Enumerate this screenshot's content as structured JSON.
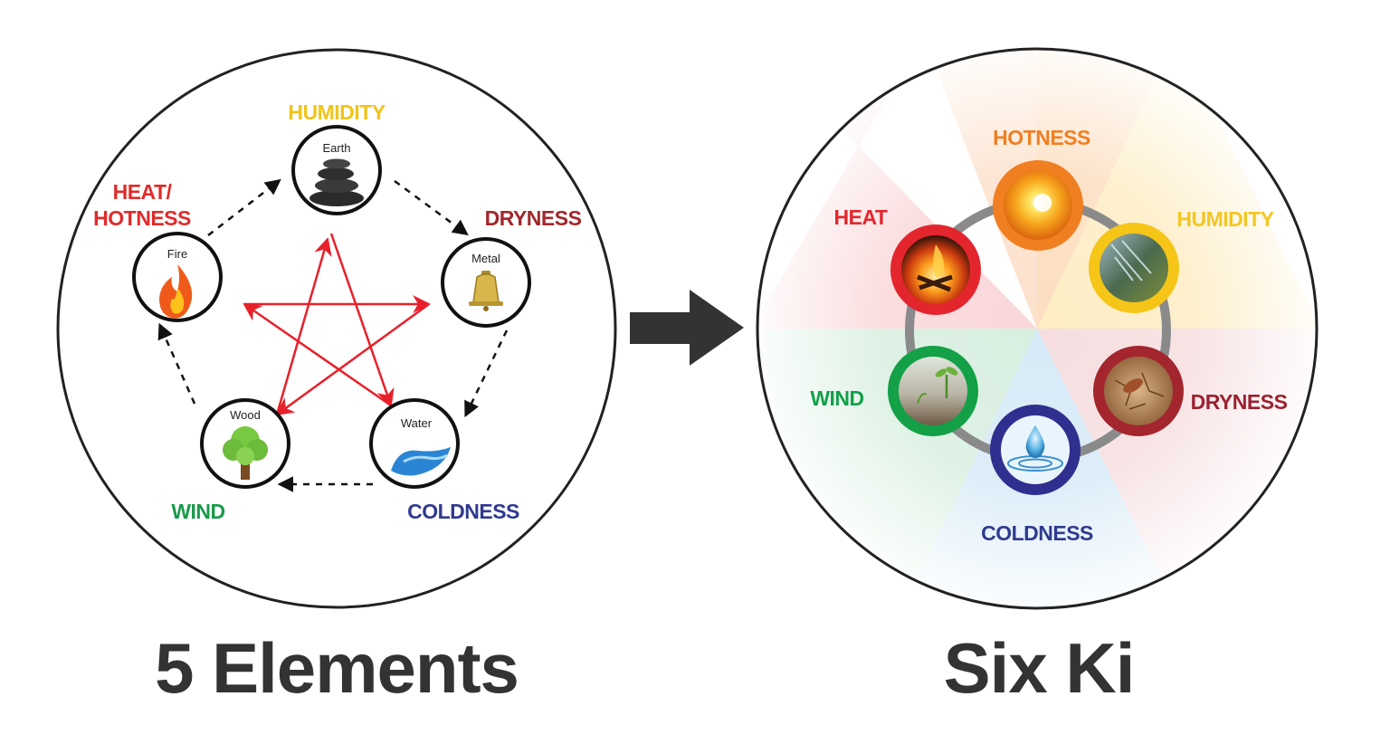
{
  "five_elements": {
    "title": "5 Elements",
    "nodes": {
      "earth": {
        "name": "Earth",
        "icon": "stacked-stones-icon"
      },
      "metal": {
        "name": "Metal",
        "icon": "bell-icon"
      },
      "water": {
        "name": "Water",
        "icon": "water-wave-icon"
      },
      "wood": {
        "name": "Wood",
        "icon": "tree-icon"
      },
      "fire": {
        "name": "Fire",
        "icon": "flame-icon"
      }
    },
    "labels": {
      "humidity": {
        "text": "HUMIDITY",
        "color": "#f0c419"
      },
      "dryness": {
        "text": "DRYNESS",
        "color": "#a0282c"
      },
      "coldness": {
        "text": "COLDNESS",
        "color": "#2f3a8f"
      },
      "wind": {
        "text": "WIND",
        "color": "#1a9a4a"
      },
      "heat_line1": {
        "text": "HEAT/",
        "color": "#e02b2b"
      },
      "heat_line2": {
        "text": "HOTNESS",
        "color": "#e02b2b"
      }
    },
    "cycle_color": "#222222",
    "control_color": "#e8202a"
  },
  "arrow": {
    "icon": "right-arrow-icon",
    "color": "#333333"
  },
  "six_ki": {
    "title": "Six Ki",
    "labels": {
      "hotness": {
        "text": "HOTNESS",
        "color": "#f07f22"
      },
      "humidity": {
        "text": "HUMIDITY",
        "color": "#f3c623"
      },
      "dryness": {
        "text": "DRYNESS",
        "color": "#9b2230"
      },
      "coldness": {
        "text": "COLDNESS",
        "color": "#2f3a8f"
      },
      "wind": {
        "text": "WIND",
        "color": "#12a04a"
      },
      "heat": {
        "text": "HEAT",
        "color": "#e3262e"
      }
    },
    "nodes": {
      "hotness": {
        "ring": "#f07f22",
        "icon": "sun-icon"
      },
      "humidity": {
        "ring": "#f5c518",
        "icon": "rain-icon"
      },
      "dryness": {
        "ring": "#a3262e",
        "icon": "dry-leaves-icon"
      },
      "coldness": {
        "ring": "#2f2f8f",
        "icon": "water-drop-icon"
      },
      "wind": {
        "ring": "#13a047",
        "icon": "sprout-icon"
      },
      "heat": {
        "ring": "#e3262e",
        "icon": "fire-icon"
      }
    },
    "ring_track_color": "#8a8a8a"
  }
}
